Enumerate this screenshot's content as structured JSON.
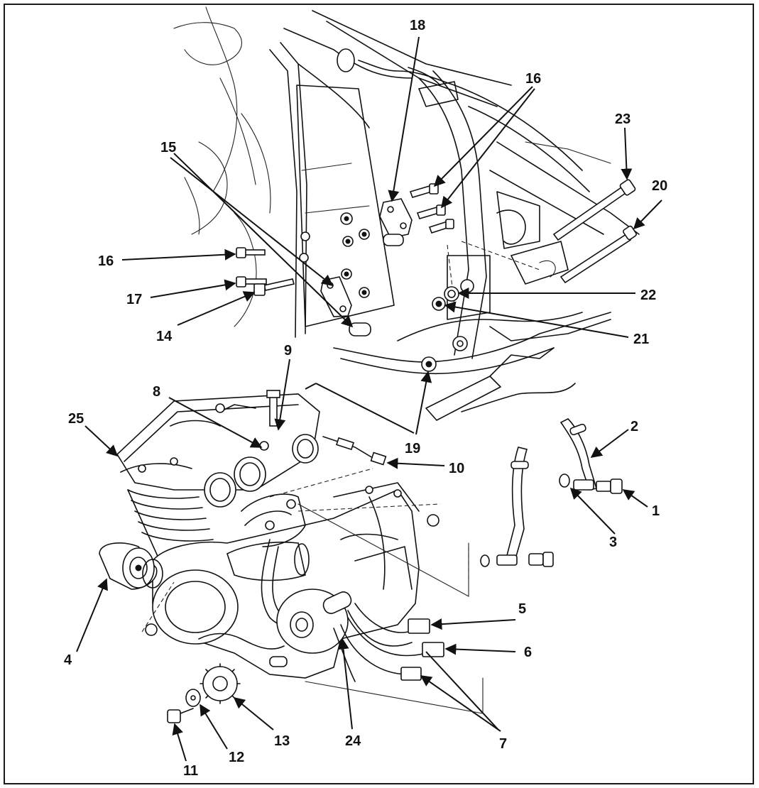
{
  "diagram": {
    "colors": {
      "line": "#111111",
      "background": "#ffffff",
      "border": "#1a1a1a"
    },
    "callouts": [
      {
        "id": "1",
        "label": "1"
      },
      {
        "id": "2",
        "label": "2"
      },
      {
        "id": "3",
        "label": "3"
      },
      {
        "id": "4",
        "label": "4"
      },
      {
        "id": "5",
        "label": "5"
      },
      {
        "id": "6",
        "label": "6"
      },
      {
        "id": "7",
        "label": "7"
      },
      {
        "id": "8",
        "label": "8"
      },
      {
        "id": "9",
        "label": "9"
      },
      {
        "id": "10",
        "label": "10"
      },
      {
        "id": "11",
        "label": "11"
      },
      {
        "id": "12",
        "label": "12"
      },
      {
        "id": "13",
        "label": "13"
      },
      {
        "id": "14",
        "label": "14"
      },
      {
        "id": "15",
        "label": "15"
      },
      {
        "id": "16",
        "label": "16"
      },
      {
        "id": "16b",
        "label": "16"
      },
      {
        "id": "17",
        "label": "17"
      },
      {
        "id": "18",
        "label": "18"
      },
      {
        "id": "19",
        "label": "19"
      },
      {
        "id": "20",
        "label": "20"
      },
      {
        "id": "21",
        "label": "21"
      },
      {
        "id": "22",
        "label": "22"
      },
      {
        "id": "23",
        "label": "23"
      },
      {
        "id": "24",
        "label": "24"
      },
      {
        "id": "25",
        "label": "25"
      }
    ]
  }
}
